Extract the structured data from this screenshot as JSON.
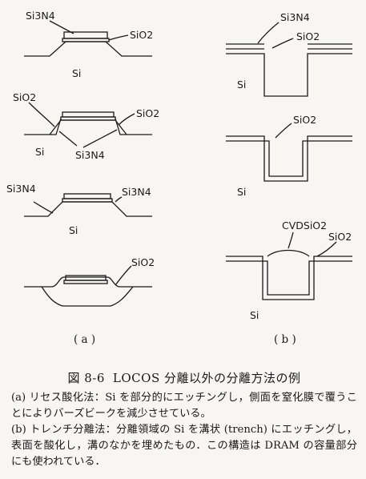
{
  "figure": {
    "panel_a": {
      "d1": {
        "si3n4": "Si3N4",
        "sio2": "SiO2",
        "si": "Si"
      },
      "d2": {
        "sio2_left": "SiO2",
        "sio2_right": "SiO2",
        "si": "Si",
        "si3n4": "Si3N4"
      },
      "d3": {
        "si3n4_left": "Si3N4",
        "si3n4_right": "Si3N4",
        "si": "Si"
      },
      "d4": {
        "sio2": "SiO2"
      },
      "label": "( a )"
    },
    "panel_b": {
      "d1": {
        "si3n4": "Si3N4",
        "sio2": "SiO2",
        "si": "Si"
      },
      "d2": {
        "sio2": "SiO2",
        "si": "Si"
      },
      "d3": {
        "cvd": "CVDSiO2",
        "sio2": "SiO2",
        "si": "Si"
      },
      "label": "( b )"
    }
  },
  "caption": {
    "fig_no": "図 8-6",
    "title": "LOCOS 分離以外の分離方法の例",
    "para_a": "(a) リセス酸化法：Si を部分的にエッチングし，側面を窒化膜で覆うことによりバーズビークを減少させている。",
    "para_b": "(b) トレンチ分離法：分離領域の Si を溝状 (trench) にエッチングし，表面を酸化し，溝のなかを埋めたもの．この構造は DRAM の容量部分にも使われている．"
  }
}
